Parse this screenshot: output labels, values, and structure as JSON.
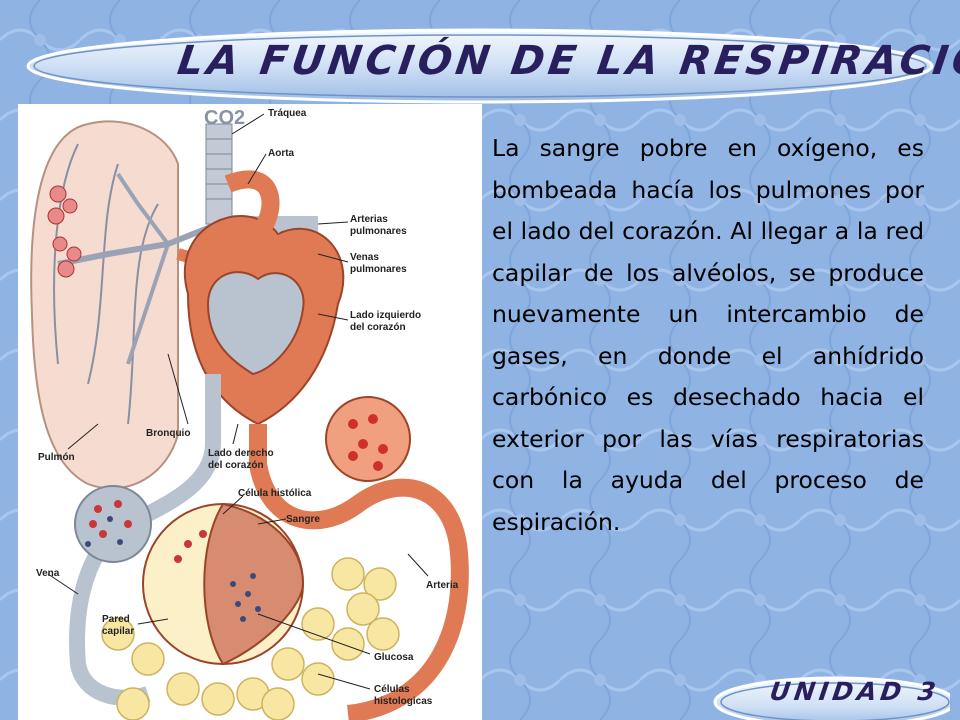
{
  "slide": {
    "title": "LA FUNCIÓN DE LA RESPIRACIÓN",
    "body": "La sangre pobre en oxígeno, es bombeada hacía los pulmones por el lado del corazón. Al llegar a la red capilar de los alvéolos, se produce nuevamente un intercambio de gases, en donde el anhídrido carbónico es desechado hacia el exterior por las vías respiratorias con la ayuda del proceso de espiración.",
    "footer": "UNIDAD 3"
  },
  "figure": {
    "labels": {
      "co2": "CO2",
      "traquea": "Tráquea",
      "aorta": "Aorta",
      "arterias_pulmonares_1": "Arterias",
      "arterias_pulmonares_2": "pulmonares",
      "venas_pulmonares_1": "Venas",
      "venas_pulmonares_2": "pulmonares",
      "lado_izquierdo_1": "Lado izquierdo",
      "lado_izquierdo_2": "del corazón",
      "bronquio": "Bronquio",
      "pulmon": "Pulmón",
      "lado_derecho_1": "Lado derecho",
      "lado_derecho_2": "del corazón",
      "celula_histolica": "Célula histólica",
      "sangre": "Sangre",
      "vena": "Vena",
      "arteria": "Arteria",
      "pared_capilar_1": "Pared",
      "pared_capilar_2": "capilar",
      "glucosa": "Glucosa",
      "celulas_histologicas_1": "Células",
      "celulas_histologicas_2": "histologicas"
    }
  },
  "colors": {
    "background": "#8fb3e3",
    "banner": "#d9e6f7",
    "title_text": "#2a1f5e",
    "heart": "#e07a55",
    "vessel_gray": "#b9c2cf",
    "lung_pink": "#f6dcd0",
    "tissue_yellow": "#f7e7a2"
  }
}
